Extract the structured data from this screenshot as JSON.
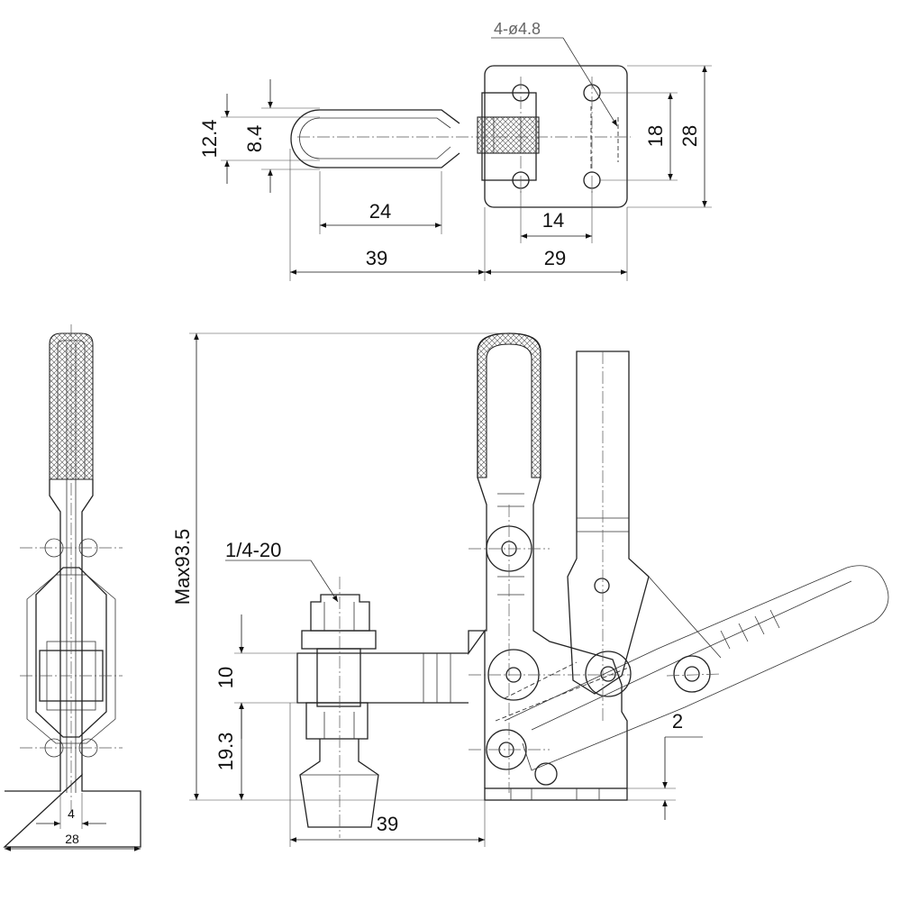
{
  "drawing": {
    "top_view": {
      "hole_callout": "4-ø4.8",
      "dims": {
        "grip_outer_height": "12.4",
        "grip_inner_height": "8.4",
        "handle_length": "24",
        "handle_total": "39",
        "hole_spacing_x": "14",
        "base_width": "29",
        "hole_spacing_y": "18",
        "base_length": "28"
      }
    },
    "side_view": {
      "dims": {
        "spindle_width": "4",
        "base_width": "28"
      }
    },
    "front_view": {
      "thread_callout": "1/4-20",
      "dims": {
        "max_height": "Max93.5",
        "arm_thickness": "10",
        "spindle_height": "19.3",
        "reach": "39",
        "base_offset": "2"
      }
    }
  }
}
